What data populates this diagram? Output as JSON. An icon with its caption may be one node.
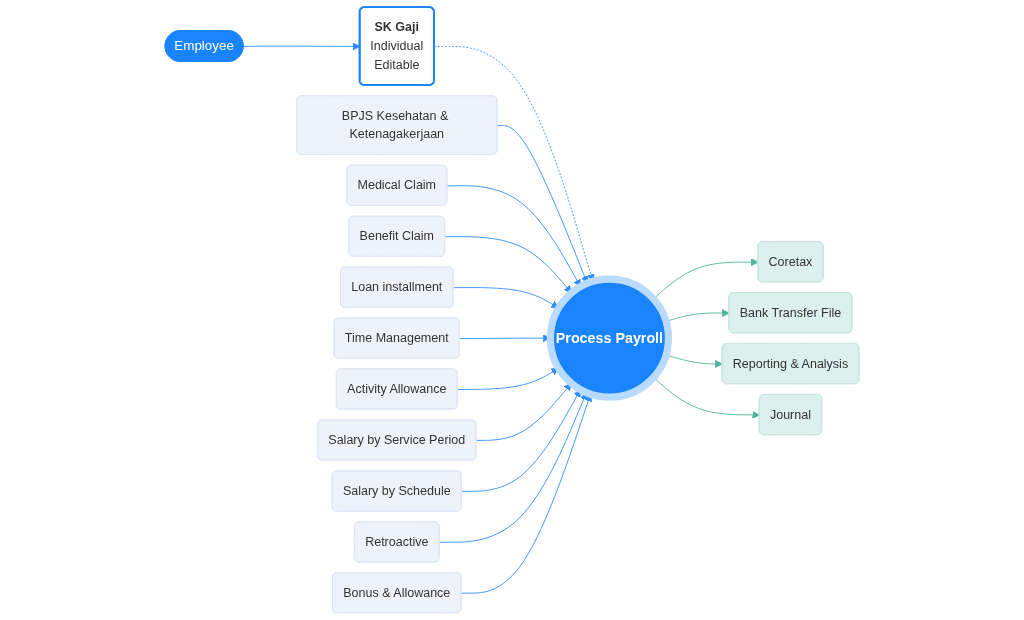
{
  "diagram": {
    "nodes": [
      {
        "text": [
          "Employee"
        ]
      },
      {
        "text": [
          "SK Gaji",
          "Individual",
          "Editable"
        ]
      },
      {
        "text": [
          "Process Payroll"
        ]
      },
      {
        "text": [
          "BPJS Kesehatan & Ketenagakerjaan"
        ]
      },
      {
        "text": [
          "Medical Claim"
        ]
      },
      {
        "text": [
          "Benefit Claim"
        ]
      },
      {
        "text": [
          "Loan installment"
        ]
      },
      {
        "text": [
          "Time Management"
        ]
      },
      {
        "text": [
          "Activity Allowance"
        ]
      },
      {
        "text": [
          "Salary by Service Period"
        ]
      },
      {
        "text": [
          "Salary by Schedule"
        ]
      },
      {
        "text": [
          "Retroactive"
        ]
      },
      {
        "text": [
          "Bonus & Allowance"
        ]
      },
      {
        "text": [
          "Coretax"
        ]
      },
      {
        "text": [
          "Bank Transfer File"
        ]
      },
      {
        "text": [
          "Reporting & Analysis"
        ]
      },
      {
        "text": [
          "Journal"
        ]
      }
    ],
    "edges": [
      {
        "from": 0,
        "to": 1,
        "arrow": "to"
      },
      {
        "from": 1,
        "to": 2,
        "arrow": "to",
        "style": "dashed"
      },
      {
        "from": 3,
        "to": 2,
        "arrow": "to"
      },
      {
        "from": 4,
        "to": 2,
        "arrow": "to"
      },
      {
        "from": 5,
        "to": 2,
        "arrow": "to"
      },
      {
        "from": 6,
        "to": 2,
        "arrow": "to"
      },
      {
        "from": 7,
        "to": 2,
        "arrow": "to"
      },
      {
        "from": 8,
        "to": 2,
        "arrow": "to"
      },
      {
        "from": 9,
        "to": 2,
        "arrow": "to"
      },
      {
        "from": 10,
        "to": 2,
        "arrow": "to"
      },
      {
        "from": 11,
        "to": 2,
        "arrow": "to"
      },
      {
        "from": 12,
        "to": 2,
        "arrow": "to"
      },
      {
        "from": 2,
        "to": 13,
        "arrow": "to",
        "color": "#4bb59c"
      },
      {
        "from": 2,
        "to": 14,
        "arrow": "to",
        "color": "#4bb59c"
      },
      {
        "from": 2,
        "to": 15,
        "arrow": "to",
        "color": "#4bb59c"
      },
      {
        "from": 2,
        "to": 16,
        "arrow": "to",
        "color": "#4bb59c"
      }
    ]
  }
}
